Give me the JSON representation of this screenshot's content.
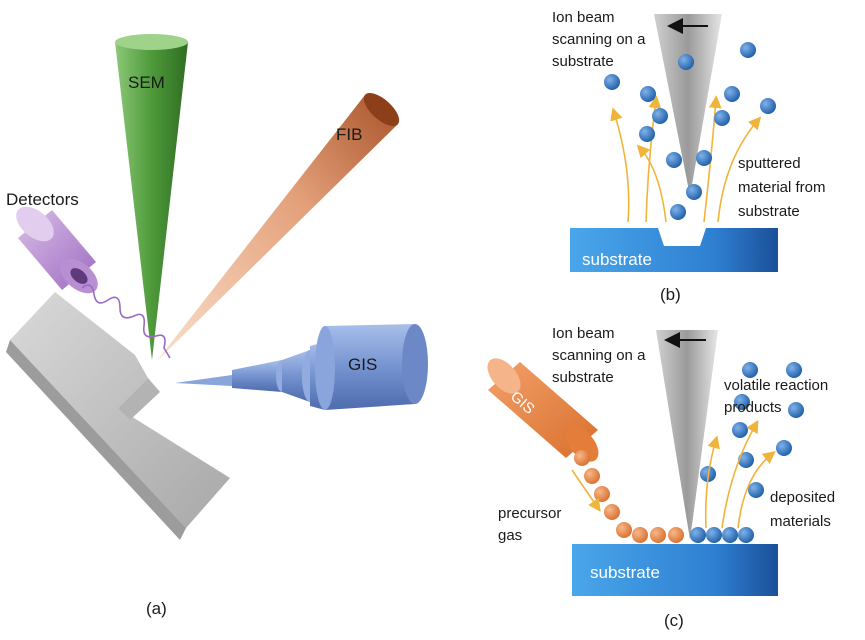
{
  "panel_a": {
    "caption": "(a)",
    "sem_label": "SEM",
    "fib_label": "FIB",
    "detectors_label": "Detectors",
    "gis_label": "GIS"
  },
  "panel_b": {
    "caption": "(b)",
    "beam_text": [
      "Ion beam",
      "scanning on a",
      "substrate"
    ],
    "sputter_text": [
      "sputtered",
      "material from",
      "substrate"
    ],
    "substrate_label": "substrate"
  },
  "panel_c": {
    "caption": "(c)",
    "beam_text": [
      "Ion beam",
      "scanning on a",
      "substrate"
    ],
    "volatile_text": [
      "volatile reaction",
      "products"
    ],
    "precursor_text": [
      "precursor",
      "gas"
    ],
    "deposited_text": [
      "deposited",
      "materials"
    ],
    "gis_label": "GIS",
    "substrate_label": "substrate"
  },
  "colors": {
    "sem": "#5fa04a",
    "fib": "#c8764a",
    "gis": "#7d98d4",
    "detector": "#b58ad0",
    "sample": "#c6c6c6",
    "particle": "#2f6fb8",
    "precursor": "#e98a4a",
    "arrow": "#f0b43a",
    "substrate": "#2e7fd1"
  }
}
